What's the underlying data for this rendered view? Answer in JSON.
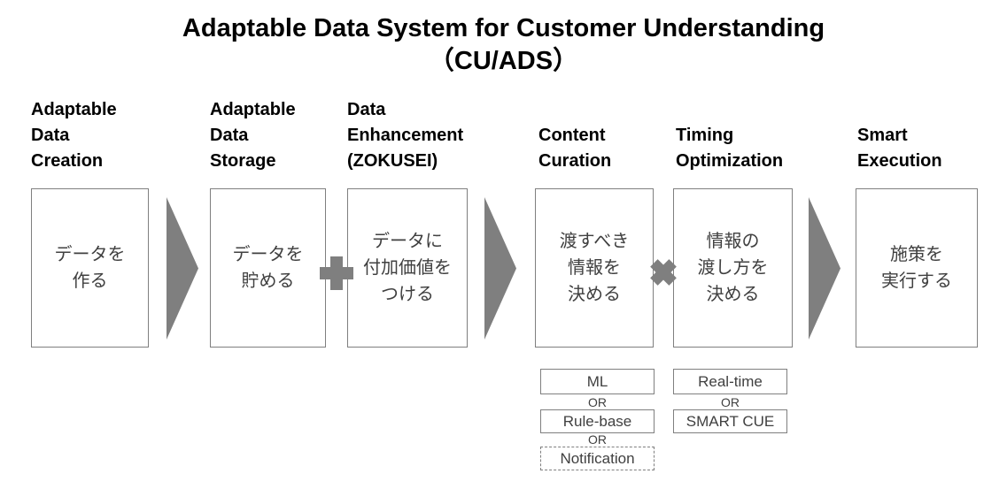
{
  "title": {
    "line1": "Adaptable Data System for Customer Understanding",
    "line2": "（CU/ADS）"
  },
  "stages": [
    {
      "key": "adaptable-data-creation",
      "header": "Adaptable\nData\nCreation",
      "body": "データを\n作る"
    },
    {
      "key": "adaptable-data-storage",
      "header": "Adaptable\nData\nStorage",
      "body": "データを\n貯める"
    },
    {
      "key": "data-enhancement",
      "header": "Data\nEnhancement\n(ZOKUSEI)",
      "body": "データに\n付加価値を\nつける"
    },
    {
      "key": "content-curation",
      "header": "Content\nCuration",
      "body": "渡すべき\n情報を\n決める"
    },
    {
      "key": "timing-optimization",
      "header": "Timing\nOptimization",
      "body": "情報の\n渡し方を\n決める"
    },
    {
      "key": "smart-execution",
      "header": "Smart\nExecution",
      "body": "施策を\n実行する"
    }
  ],
  "connectors": {
    "arrow": "arrow-right",
    "between_storage_and_enhancement": "plus",
    "between_curation_and_timing": "multiply"
  },
  "options": {
    "or_label": "OR",
    "content_curation": [
      "ML",
      "Rule-base",
      "Notification"
    ],
    "timing_optimization": [
      "Real-time",
      "SMART CUE"
    ]
  },
  "colors": {
    "connector_gray": "#7f7f7f",
    "box_border": "#7f7f7f",
    "body_text": "#404040",
    "heading_text": "#000000",
    "background": "#ffffff"
  }
}
